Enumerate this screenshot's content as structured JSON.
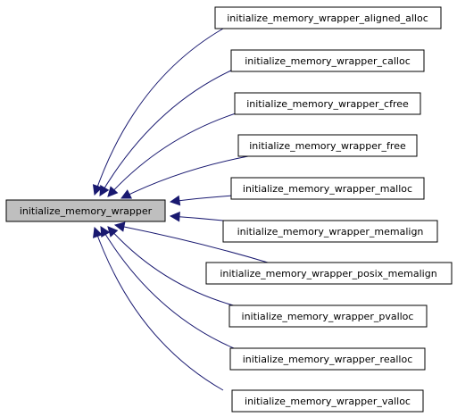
{
  "colors": {
    "edge": "#191970",
    "root_fill": "#bfbfbf",
    "node_fill": "#ffffff",
    "border": "#000000"
  },
  "graph": {
    "root": {
      "label": "initialize_memory_wrapper"
    },
    "callers": [
      {
        "label": "initialize_memory_wrapper_aligned_alloc"
      },
      {
        "label": "initialize_memory_wrapper_calloc"
      },
      {
        "label": "initialize_memory_wrapper_cfree"
      },
      {
        "label": "initialize_memory_wrapper_free"
      },
      {
        "label": "initialize_memory_wrapper_malloc"
      },
      {
        "label": "initialize_memory_wrapper_memalign"
      },
      {
        "label": "initialize_memory_wrapper_posix_memalign"
      },
      {
        "label": "initialize_memory_wrapper_pvalloc"
      },
      {
        "label": "initialize_memory_wrapper_realloc"
      },
      {
        "label": "initialize_memory_wrapper_valloc"
      }
    ]
  }
}
